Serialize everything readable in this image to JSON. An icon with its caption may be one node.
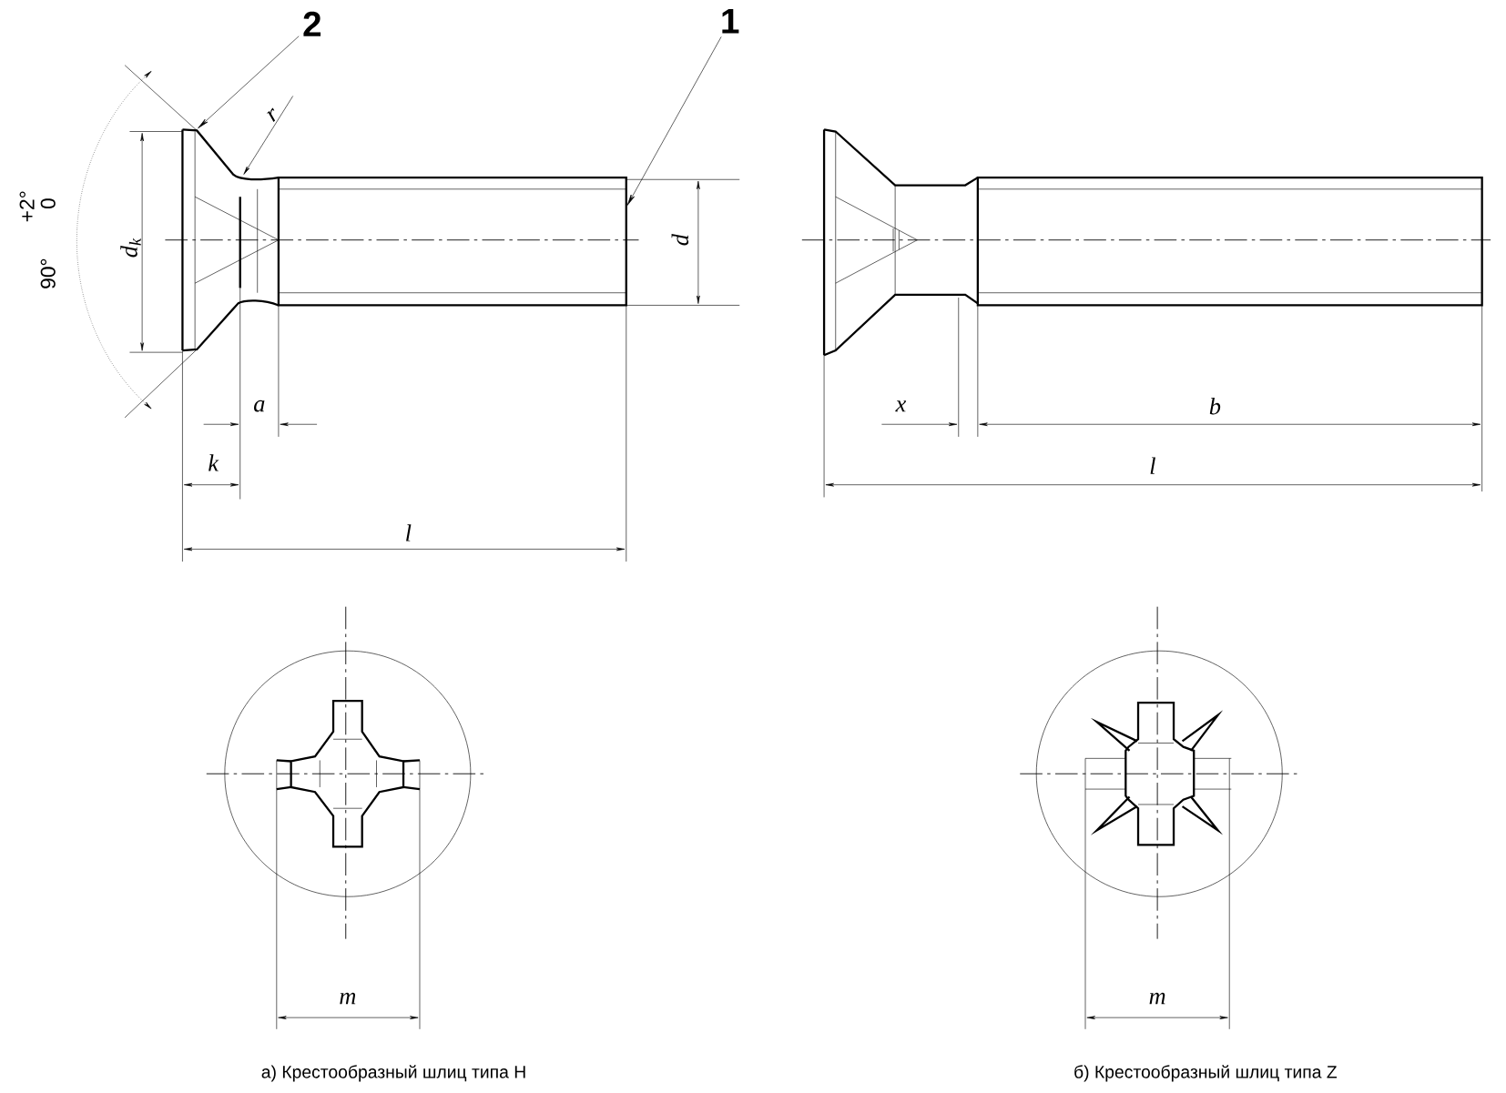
{
  "diagram": {
    "nodes": [
      {
        "text": [
          "2"
        ]
      },
      {
        "text": [
          "1"
        ]
      },
      {
        "text": [],
        "shape": "picture"
      }
    ],
    "edges": [
      {
        "from": 0,
        "to": 2,
        "arrow": "to"
      },
      {
        "from": 1,
        "to": 2,
        "arrow": "to"
      }
    ],
    "labels": [
      "+2°",
      "0",
      "90°",
      "d$_{k}$",
      "r",
      "d",
      "a",
      "k",
      "l",
      "x",
      "b",
      "l",
      "m",
      "m",
      "а) Крестообразный шлиц типа H",
      "б) Крестообразный шлиц типа Z"
    ]
  }
}
